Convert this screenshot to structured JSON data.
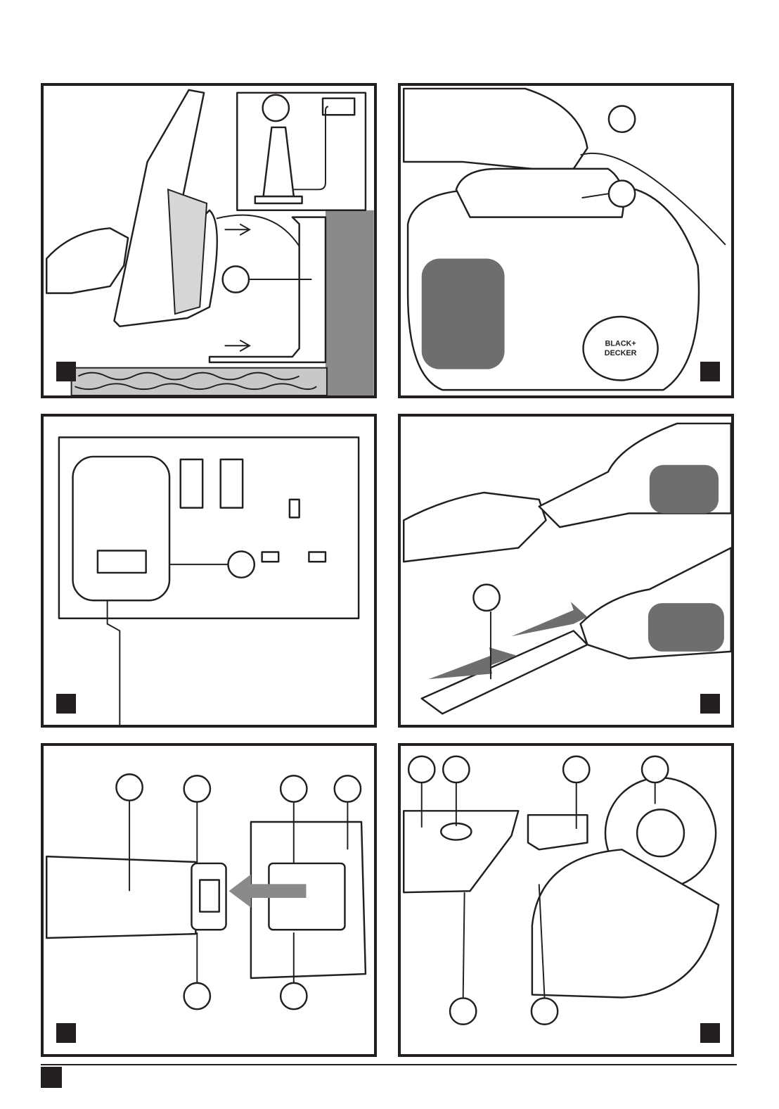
{
  "figures": [
    {
      "name": "wall-mount",
      "marker": "",
      "callouts": [
        "",
        ""
      ]
    },
    {
      "name": "charge-connector",
      "marker": "",
      "callouts": [
        "",
        ""
      ]
    },
    {
      "name": "charger-plug",
      "marker": "",
      "callouts": [
        ""
      ]
    },
    {
      "name": "crevice-tool",
      "marker": "",
      "callouts": [
        ""
      ]
    },
    {
      "name": "bowl-release",
      "marker": "",
      "callouts": [
        "",
        "",
        "",
        "",
        "",
        ""
      ]
    },
    {
      "name": "filter-removal",
      "marker": "",
      "callouts": [
        "",
        "",
        "",
        "",
        "",
        ""
      ]
    }
  ],
  "page_marker": "",
  "colors": {
    "ink": "#231f20",
    "wall": "#8a8a8a",
    "background": "#ffffff"
  },
  "icons": [
    "hand-icon",
    "vacuum-icon",
    "plug-socket-icon",
    "arrow-icon",
    "brand-logo-badge",
    "bin-icon"
  ],
  "logo_text": [
    "BLACK+",
    "DECKER"
  ]
}
